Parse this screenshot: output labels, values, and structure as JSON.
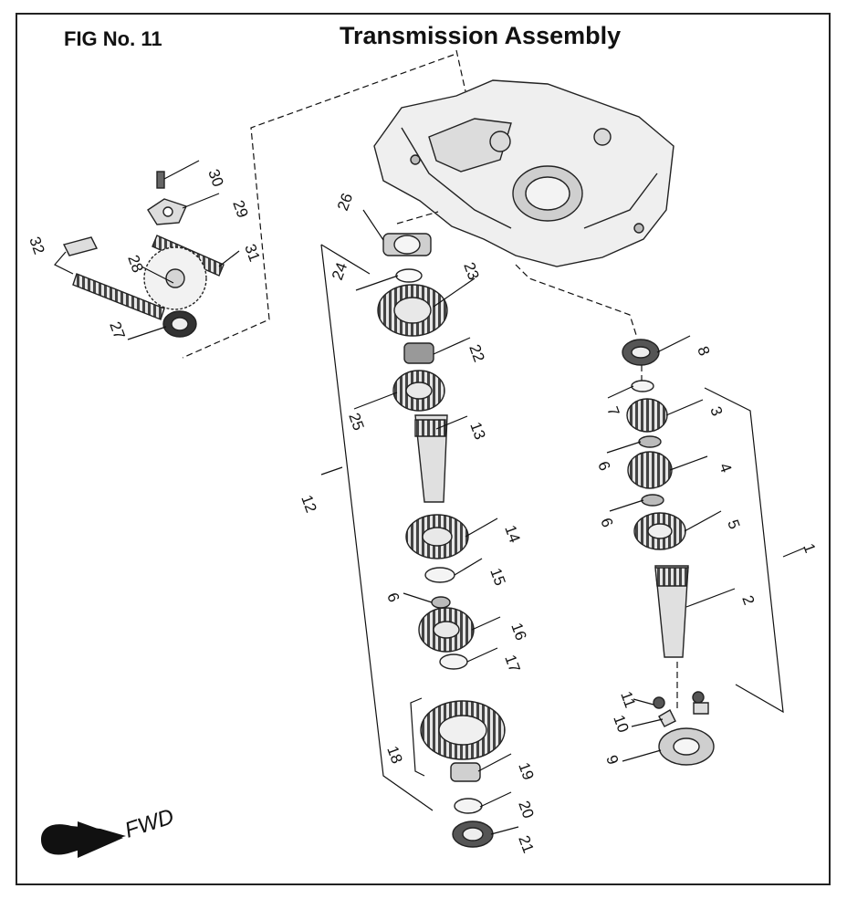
{
  "header": {
    "fig_no": "FIG No. 11",
    "title": "Transmission Assembly"
  },
  "direction": {
    "label": "FWD"
  },
  "callouts": {
    "c1": "1",
    "c2": "2",
    "c3": "3",
    "c4": "4",
    "c5": "5",
    "c6a": "6",
    "c6b": "6",
    "c6c": "6",
    "c7": "7",
    "c8": "8",
    "c9": "9",
    "c10": "10",
    "c11": "11",
    "c12": "12",
    "c13": "13",
    "c14": "14",
    "c15": "15",
    "c16": "16",
    "c17": "17",
    "c18": "18",
    "c19": "19",
    "c20": "20",
    "c21": "21",
    "c22": "22",
    "c23": "23",
    "c24": "24",
    "c25": "25",
    "c26": "26",
    "c27": "27",
    "c28": "28",
    "c29": "29",
    "c30": "30",
    "c31": "31",
    "c32": "32"
  },
  "colors": {
    "line": "#111111",
    "part_fill": "#e9e9e9",
    "part_dark": "#555555",
    "frame": "#222222"
  }
}
